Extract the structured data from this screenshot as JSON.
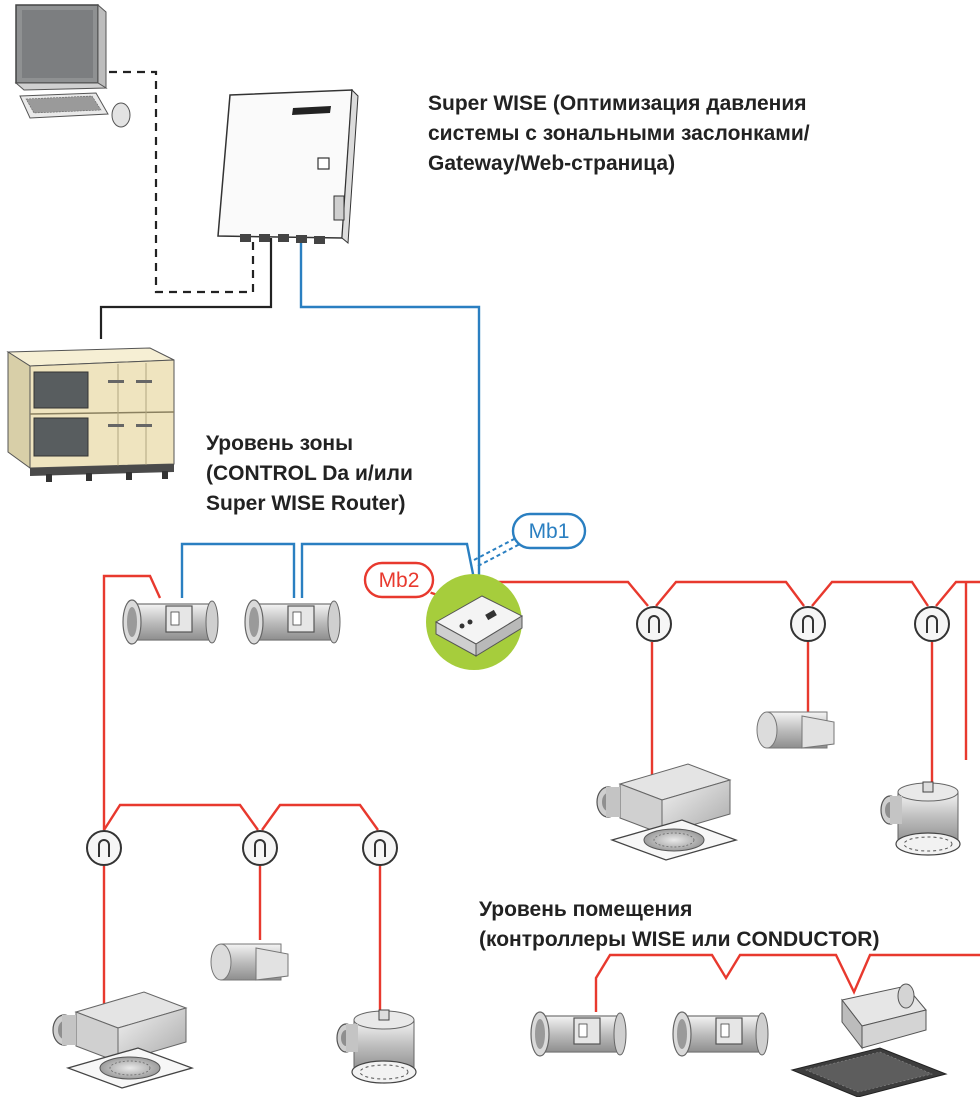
{
  "labels": {
    "super_wise": [
      "Super WISE (Оптимизация давления",
      "системы с зональными заслонками/",
      "Gateway/Web-страница)"
    ],
    "zone_level": [
      "Уровень зоны",
      "(CONTROL Da и/или",
      "Super WISE Router)"
    ],
    "room_level": [
      "Уровень помещения",
      "(контроллеры WISE или CONDUCTOR)"
    ]
  },
  "bubbles": {
    "mb1": "Mb1",
    "mb2": "Mb2"
  },
  "colors": {
    "modbus_blue": "#2a7fc1",
    "room_bus_red": "#e8392e",
    "router_green": "#a6cd3c",
    "ahu_panel": "#efe4bf",
    "ahu_window": "#585d5f",
    "device_gray": "#c8c8c8",
    "line_black": "#222222"
  },
  "icons": [
    "computer-icon",
    "controller-cabinet-icon",
    "air-handling-unit-icon",
    "router-icon",
    "damper-icon",
    "room-controller-icon",
    "diffuser-box-icon",
    "round-diffuser-icon",
    "cassette-unit-icon"
  ]
}
